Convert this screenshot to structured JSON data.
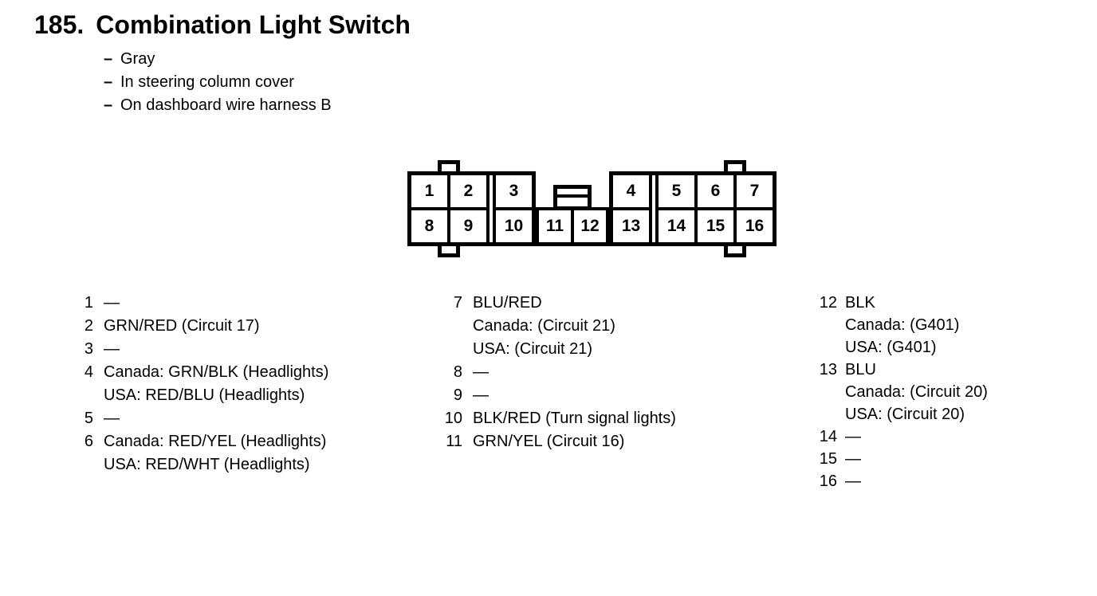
{
  "title": {
    "number": "185.",
    "text": "Combination Light Switch"
  },
  "notes": {
    "bullet": "–",
    "items": [
      "Gray",
      "In steering column cover",
      "On dashboard wire harness B"
    ]
  },
  "connector": {
    "left_top": [
      "1",
      "2",
      "3"
    ],
    "left_bottom": [
      "8",
      "9",
      "10"
    ],
    "middle_bottom": [
      "11",
      "12"
    ],
    "right_top": [
      "4",
      "5",
      "6",
      "7"
    ],
    "right_bottom": [
      "13",
      "14",
      "15",
      "16"
    ]
  },
  "pin_columns": [
    {
      "entries": [
        {
          "num": "1",
          "lines": [
            "—"
          ]
        },
        {
          "num": "2",
          "lines": [
            "GRN/RED (Circuit 17)"
          ]
        },
        {
          "num": "3",
          "lines": [
            "—"
          ]
        },
        {
          "num": "4",
          "lines": [
            "Canada: GRN/BLK (Headlights)",
            "USA: RED/BLU (Headlights)"
          ]
        },
        {
          "num": "5",
          "lines": [
            "—"
          ]
        },
        {
          "num": "6",
          "lines": [
            "Canada: RED/YEL (Headlights)",
            "USA: RED/WHT (Headlights)"
          ]
        }
      ]
    },
    {
      "entries": [
        {
          "num": "7",
          "lines": [
            "BLU/RED",
            "Canada: (Circuit 21)",
            "USA: (Circuit 21)"
          ]
        },
        {
          "num": "8",
          "lines": [
            "—"
          ]
        },
        {
          "num": "9",
          "lines": [
            "—"
          ]
        },
        {
          "num": "10",
          "lines": [
            "BLK/RED (Turn signal lights)"
          ]
        },
        {
          "num": "11",
          "lines": [
            "GRN/YEL (Circuit 16)"
          ]
        }
      ]
    },
    {
      "entries": [
        {
          "num": "12",
          "lines": [
            "BLK",
            "Canada: (G401)",
            "USA: (G401)"
          ]
        },
        {
          "num": "13",
          "lines": [
            "BLU",
            "Canada: (Circuit 20)",
            "USA: (Circuit 20)"
          ]
        },
        {
          "num": "14",
          "lines": [
            "—"
          ]
        },
        {
          "num": "15",
          "lines": [
            "—"
          ]
        },
        {
          "num": "16",
          "lines": [
            "—"
          ]
        }
      ]
    }
  ],
  "colors": {
    "line": "#000000",
    "background": "#ffffff"
  }
}
